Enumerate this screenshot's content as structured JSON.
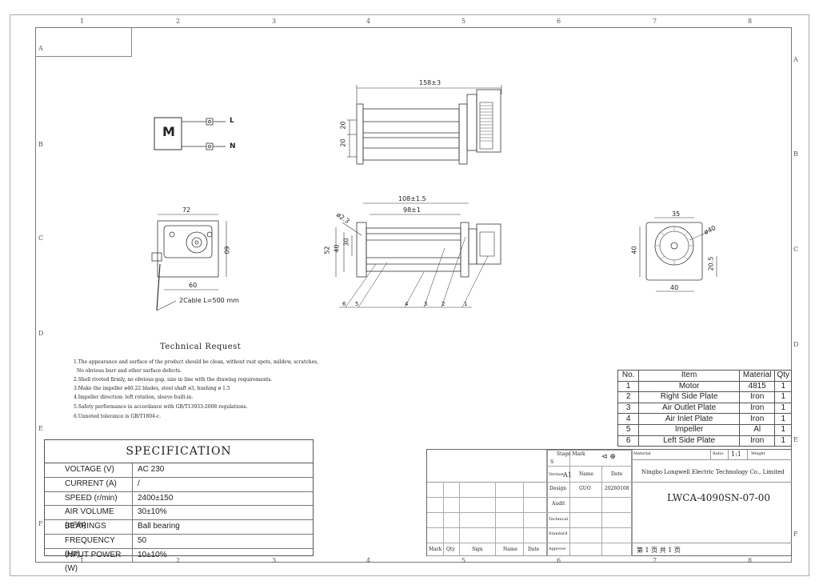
{
  "zones": {
    "cols_top": [
      "1",
      "2",
      "3",
      "4",
      "5",
      "6",
      "7",
      "8"
    ],
    "rows_left": [
      "A",
      "B",
      "C",
      "D",
      "E",
      "F"
    ],
    "rows_right": [
      "A",
      "B",
      "C",
      "D",
      "E",
      "F"
    ]
  },
  "wiring": {
    "motor": "M",
    "line": "L",
    "neutral": "N"
  },
  "dims": {
    "top_length": "158±3",
    "top_h1": "20",
    "top_h2": "20",
    "side_width": "72",
    "side_height": "60",
    "side_bottom": "60",
    "cable": "2Cable L=500 mm",
    "front_overall": "108±1.5",
    "front_inner": "98±1",
    "front_hole": "ø2.3",
    "front_h52": "52",
    "front_h40": "40",
    "front_h30": "30",
    "end_35": "35",
    "end_dia": "ø40",
    "end_40h": "40",
    "end_20_5": "20.5",
    "end_40w": "40"
  },
  "callouts": [
    "6",
    "5",
    "4",
    "3",
    "2",
    "1"
  ],
  "technical": {
    "title": "Technical Request",
    "lines": [
      "1.The appearance and surface of the product should be clean, without rust spots, mildew, scratches,",
      "  No obvious burr and other surface defects.",
      "2.Shell riveted firmly, no obvious gap, size in line with the drawing requirements.",
      "3.Make the impeller ø40.22 blades, steel shaft ø3, bushing ø 1.5",
      "4.Impeller direction: left rotation,  sleeve built-in.",
      "5.Safety performance in accordance with GB/T13933-2008 regulations.",
      "6.Unnoted tolerance is GB/T1804-c."
    ]
  },
  "spec": {
    "title": "SPECIFICATION",
    "rows": [
      {
        "k": "VOLTAGE (V)",
        "v": "AC 230"
      },
      {
        "k": "CURRENT  (A)",
        "v": "/"
      },
      {
        "k": "SPEED   (r/min)",
        "v": "2400±150"
      },
      {
        "k": "AIR  VOLUME   (m³/h)",
        "v": "30±10%"
      },
      {
        "k": "BEARINGS",
        "v": "Ball bearing"
      },
      {
        "k": "FREQUENCY (Hz)",
        "v": "50"
      },
      {
        "k": "INPUT POWER  (W)",
        "v": "10±10%"
      }
    ]
  },
  "bom": {
    "headers": [
      "No.",
      "Item",
      "Material",
      "Qty"
    ],
    "rows": [
      [
        "1",
        "Motor",
        "4815",
        "1"
      ],
      [
        "2",
        "Right Side Plate",
        "Iron",
        "1"
      ],
      [
        "3",
        "Air Outlet Plate",
        "Iron",
        "1"
      ],
      [
        "4",
        "Air Inlet Plate",
        "Iron",
        "1"
      ],
      [
        "5",
        "Impeller",
        "Al",
        "1"
      ],
      [
        "6",
        "Left Side Plate",
        "Iron",
        "1"
      ]
    ]
  },
  "titleblock": {
    "stage_mark": "Stage Mark",
    "s": "S",
    "version": "Version",
    "a1": "A1",
    "name": "Name",
    "date": "Date",
    "design": "Design",
    "designer": "GUO",
    "design_date": "20260108",
    "audit": "Audit",
    "technical": "Technical",
    "standard": "Standard",
    "approve": "Approve",
    "material": "Material",
    "ratio": "Ratio",
    "ratio_val": "1:1",
    "weight": "Weight",
    "company": "Ningbo Longwell Electric Technology  Co., Limited",
    "drawing_no": "LWCA-4090SN-07-00",
    "page": "第 1 页   共 1 页",
    "mark": "Mark",
    "qty": "Qty",
    "sign": "Sign",
    "name2": "Name",
    "date2": "Date"
  }
}
